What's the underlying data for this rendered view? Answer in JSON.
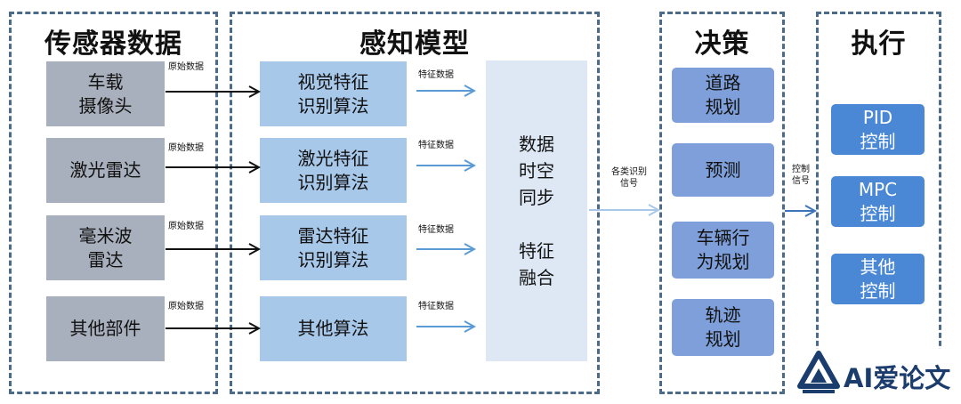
{
  "panels": {
    "sensor": "传感器数据",
    "perception": "感知模型",
    "decision": "决策",
    "execution": "执行"
  },
  "sensors": [
    "车载\n摄像头",
    "激光雷达",
    "毫米波\n雷达",
    "其他部件"
  ],
  "raw_data_label": "原始数据",
  "algorithms": [
    "视觉特征\n识别算法",
    "激光特征\n识别算法",
    "雷达特征\n识别算法",
    "其他算法"
  ],
  "feature_data_label": "特征数据",
  "fusion": "数据\n时空\n同步\n\n特征\n融合",
  "signal_label": "各类识别\n信号",
  "decisions": [
    "道路\n规划",
    "预测",
    "车辆行\n为规划",
    "轨迹\n规划"
  ],
  "control_signal_label": "控制\n信号",
  "executions": [
    "PID\n控制",
    "MPC\n控制",
    "其他\n控制"
  ],
  "logo_text": "AI爱论文",
  "colors": {
    "panel_border": "#4a6b8a",
    "sensor_box": "#a9b0bd",
    "algorithm_box": "#a8c8ea",
    "fusion_box": "#dde8f4",
    "decision_box": "#7e9fd9",
    "execution_box": "#4a88d6",
    "feature_arrow": "#5b9bd5",
    "logo": "#1b3d6e"
  }
}
